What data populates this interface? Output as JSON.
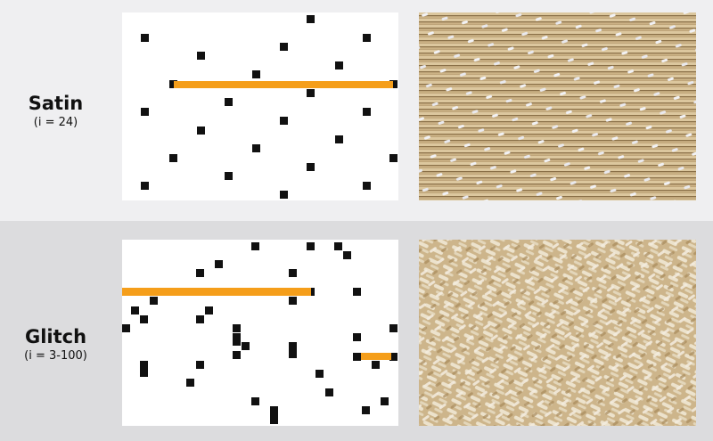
{
  "rows": [
    {
      "name": "Satin",
      "param": "(i = 24)"
    },
    {
      "name": "Glitch",
      "param": "(i = 3-100)"
    }
  ],
  "colors": {
    "highlight": "#f59e1a",
    "cell": "#111111",
    "satin_row_bg": "#efeff1",
    "glitch_row_bg": "#dcdcde"
  }
}
